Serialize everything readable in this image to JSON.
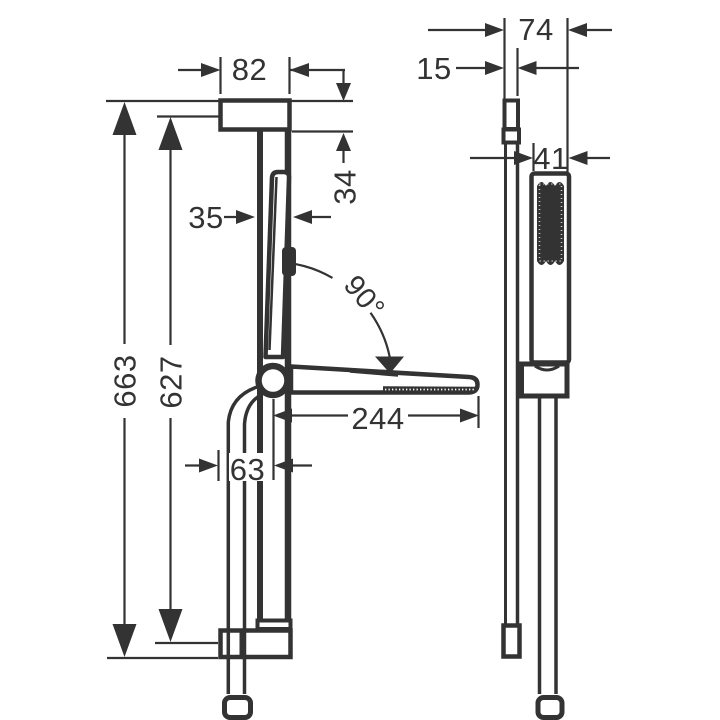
{
  "drawing": {
    "type": "technical-dimension-drawing",
    "background_color": "#ffffff",
    "line_color": "#333333",
    "views": {
      "front": {
        "dims": {
          "bracket_width": "82",
          "bracket_height": "34",
          "holder_depth": "35",
          "swivel_angle": "90°",
          "total_height": "663",
          "bar_height": "627",
          "arm_reach": "244",
          "hose_offset": "63"
        }
      },
      "side": {
        "dims": {
          "total_depth": "74",
          "bar_depth": "15",
          "handshower_width": "41"
        }
      }
    }
  }
}
